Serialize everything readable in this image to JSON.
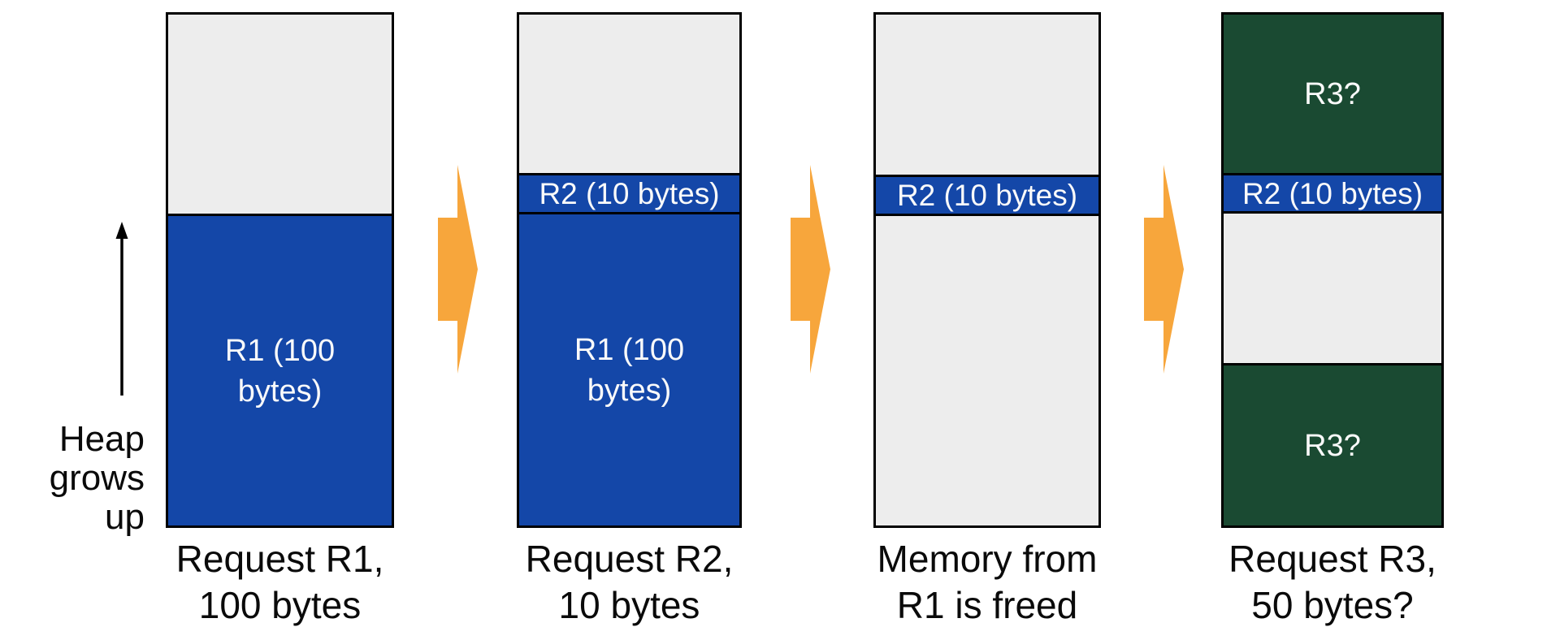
{
  "palette": {
    "bg": "#ffffff",
    "border": "#000000",
    "ink": "#0a0a0a",
    "light": "#fafafa",
    "blue": "#1447a8",
    "green": "#1a4a32",
    "free": "#ededed",
    "orange": "#f7a63c"
  },
  "icons": {
    "heap_axis_arrow": "up-arrow",
    "flow_arrow": "right-block-arrow"
  },
  "heap_axis": {
    "label": "Heap\ngrows\nup"
  },
  "stages": [
    {
      "caption": "Request R1,\n100 bytes",
      "segments": [
        {
          "type": "free",
          "label": ""
        },
        {
          "type": "allocated",
          "label": "R1 (100\nbytes)"
        }
      ]
    },
    {
      "caption": "Request R2,\n10 bytes",
      "segments": [
        {
          "type": "free",
          "label": ""
        },
        {
          "type": "allocated",
          "label": "R2 (10 bytes)"
        },
        {
          "type": "allocated",
          "label": "R1 (100\nbytes)"
        }
      ]
    },
    {
      "caption": "Memory from\nR1 is freed",
      "segments": [
        {
          "type": "free",
          "label": ""
        },
        {
          "type": "allocated",
          "label": "R2 (10 bytes)"
        },
        {
          "type": "free",
          "label": ""
        }
      ]
    },
    {
      "caption": "Request R3,\n50 bytes?",
      "segments": [
        {
          "type": "candidate",
          "label": "R3?"
        },
        {
          "type": "allocated",
          "label": "R2 (10 bytes)"
        },
        {
          "type": "free",
          "label": ""
        },
        {
          "type": "candidate",
          "label": "R3?"
        }
      ]
    }
  ]
}
